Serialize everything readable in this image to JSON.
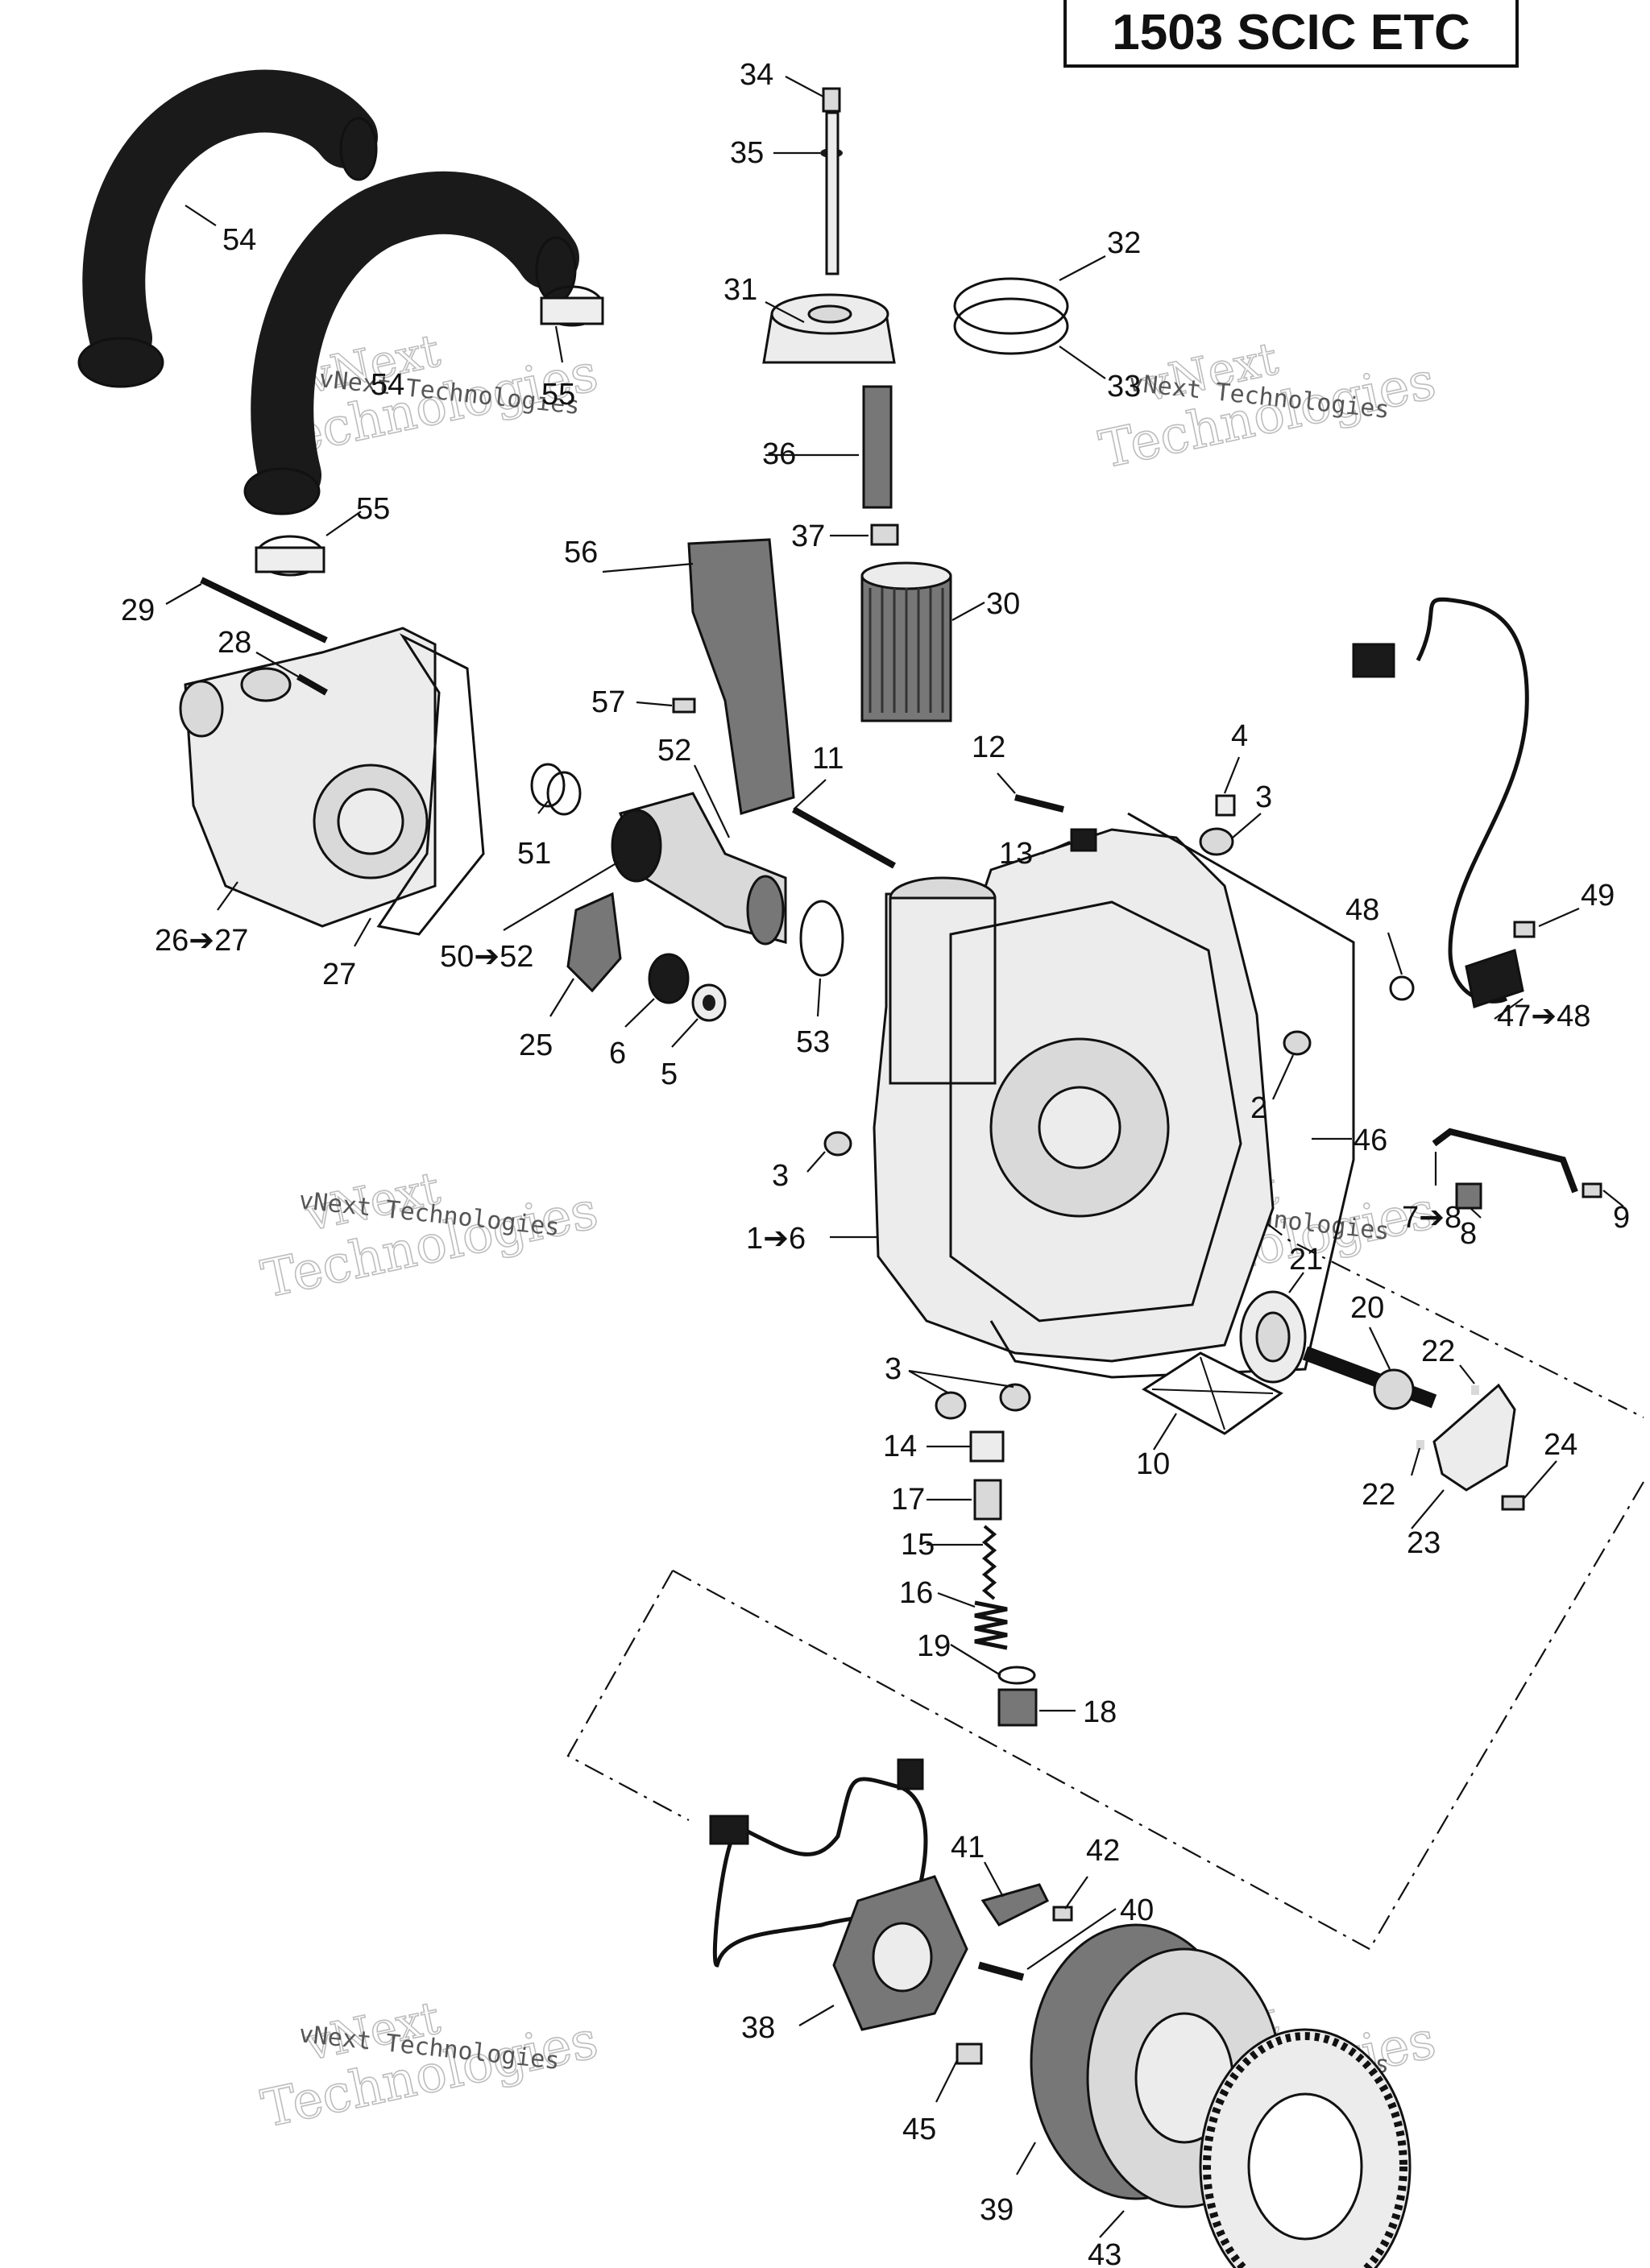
{
  "title": "1503 SCIC ETC",
  "watermark": {
    "line1": "vNext",
    "line2": "Technologies",
    "small": "vNext Technologies"
  },
  "callouts": [
    {
      "id": "c34",
      "text": "34"
    },
    {
      "id": "c35",
      "text": "35"
    },
    {
      "id": "c32",
      "text": "32"
    },
    {
      "id": "c31",
      "text": "31"
    },
    {
      "id": "c33",
      "text": "33"
    },
    {
      "id": "c36",
      "text": "36"
    },
    {
      "id": "c37",
      "text": "37"
    },
    {
      "id": "c30",
      "text": "30"
    },
    {
      "id": "c54a",
      "text": "54"
    },
    {
      "id": "c54b",
      "text": "54"
    },
    {
      "id": "c55a",
      "text": "55"
    },
    {
      "id": "c55b",
      "text": "55"
    },
    {
      "id": "c29",
      "text": "29"
    },
    {
      "id": "c28",
      "text": "28"
    },
    {
      "id": "c56",
      "text": "56"
    },
    {
      "id": "c57",
      "text": "57"
    },
    {
      "id": "c52",
      "text": "52"
    },
    {
      "id": "c11",
      "text": "11"
    },
    {
      "id": "c12",
      "text": "12"
    },
    {
      "id": "c4",
      "text": "4"
    },
    {
      "id": "c3a",
      "text": "3"
    },
    {
      "id": "c13",
      "text": "13"
    },
    {
      "id": "c51",
      "text": "51"
    },
    {
      "id": "c26",
      "text": "26➔27"
    },
    {
      "id": "c27",
      "text": "27"
    },
    {
      "id": "c50",
      "text": "50➔52"
    },
    {
      "id": "c25",
      "text": "25"
    },
    {
      "id": "c6",
      "text": "6"
    },
    {
      "id": "c5",
      "text": "5"
    },
    {
      "id": "c53",
      "text": "53"
    },
    {
      "id": "c48",
      "text": "48"
    },
    {
      "id": "c49",
      "text": "49"
    },
    {
      "id": "c47",
      "text": "47➔48"
    },
    {
      "id": "c2",
      "text": "2"
    },
    {
      "id": "c46",
      "text": "46"
    },
    {
      "id": "c3b",
      "text": "3"
    },
    {
      "id": "c1",
      "text": "1➔6"
    },
    {
      "id": "c7",
      "text": "7➔8"
    },
    {
      "id": "c8",
      "text": "8"
    },
    {
      "id": "c9",
      "text": "9"
    },
    {
      "id": "c21",
      "text": "21"
    },
    {
      "id": "c20",
      "text": "20"
    },
    {
      "id": "c22a",
      "text": "22"
    },
    {
      "id": "c3c",
      "text": "3"
    },
    {
      "id": "c14",
      "text": "14"
    },
    {
      "id": "c10",
      "text": "10"
    },
    {
      "id": "c24",
      "text": "24"
    },
    {
      "id": "c22b",
      "text": "22"
    },
    {
      "id": "c17",
      "text": "17"
    },
    {
      "id": "c23",
      "text": "23"
    },
    {
      "id": "c15",
      "text": "15"
    },
    {
      "id": "c16",
      "text": "16"
    },
    {
      "id": "c19",
      "text": "19"
    },
    {
      "id": "c18",
      "text": "18"
    },
    {
      "id": "c41",
      "text": "41"
    },
    {
      "id": "c42",
      "text": "42"
    },
    {
      "id": "c40",
      "text": "40"
    },
    {
      "id": "c38",
      "text": "38"
    },
    {
      "id": "c45",
      "text": "45"
    },
    {
      "id": "c39",
      "text": "39"
    },
    {
      "id": "c43",
      "text": "43"
    }
  ]
}
